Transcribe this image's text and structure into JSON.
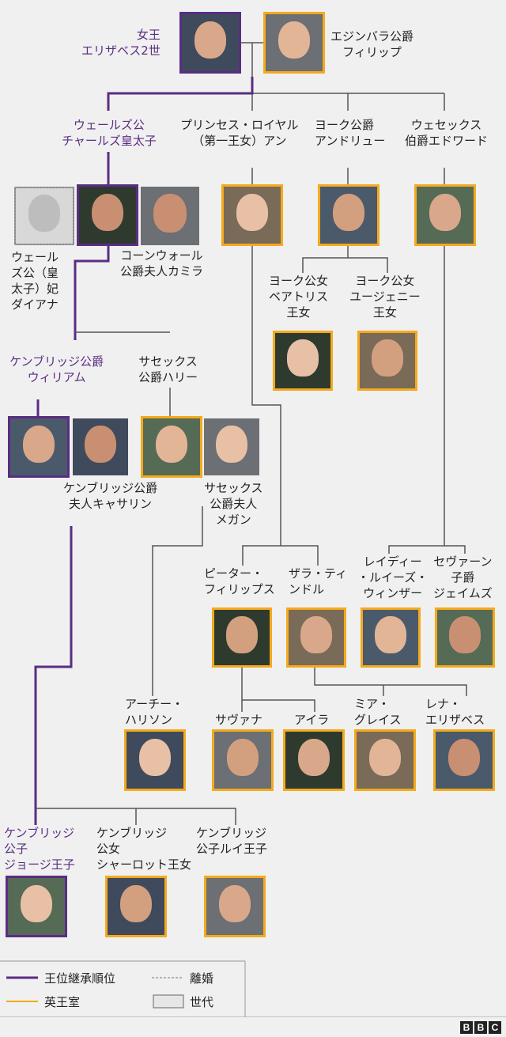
{
  "colors": {
    "succession": "#5a2d82",
    "royal": "#f4aa1c",
    "line": "#555555",
    "divorce": "#9a9a9a"
  },
  "people": {
    "elizabeth": {
      "label": "女王\nエリザベス2世",
      "border": "succession"
    },
    "philip": {
      "label": "エジンバラ公爵\nフィリップ",
      "border": "royal"
    },
    "charles": {
      "label": "ウェールズ公\nチャールズ皇太子",
      "border": "succession"
    },
    "anne": {
      "label": "プリンセス・ロイヤル\n（第一王女）アン",
      "border": "royal"
    },
    "andrew": {
      "label": "ヨーク公爵\nアンドリュー",
      "border": "royal"
    },
    "edward": {
      "label": "ウェセックス\n伯爵エドワード",
      "border": "royal"
    },
    "diana": {
      "label": "ウェール\nズ公（皇\n太子）妃\nダイアナ",
      "border": "divorce"
    },
    "camilla": {
      "label": "コーンウォール\n公爵夫人カミラ",
      "border": "none"
    },
    "beatrice": {
      "label": "ヨーク公女\nベアトリス\n王女",
      "border": "royal"
    },
    "eugenie": {
      "label": "ヨーク公女\nユージェニー\n王女",
      "border": "royal"
    },
    "william": {
      "label": "ケンブリッジ公爵\nウィリアム",
      "border": "succession"
    },
    "harry": {
      "label": "サセックス\n公爵ハリー",
      "border": "royal"
    },
    "catherine": {
      "label": "ケンブリッジ公爵\n夫人キャサリン",
      "border": "none"
    },
    "meghan": {
      "label": "サセックス\n公爵夫人\nメガン",
      "border": "none"
    },
    "peter": {
      "label": "ピーター・\nフィリップス",
      "border": "royal"
    },
    "zara": {
      "label": "ザラ・ティ\nンドル",
      "border": "royal"
    },
    "louise": {
      "label": "レイディー\n・ルイーズ・\nウィンザー",
      "border": "royal"
    },
    "james": {
      "label": "セヴァーン\n子爵\nジェイムズ",
      "border": "royal"
    },
    "archie": {
      "label": "アーチー・\nハリソン",
      "border": "royal"
    },
    "savannah": {
      "label": "サヴァナ",
      "border": "royal"
    },
    "isla": {
      "label": "アイラ",
      "border": "royal"
    },
    "mia": {
      "label": "ミア・\nグレイス",
      "border": "royal"
    },
    "lena": {
      "label": "レナ・\nエリザベス",
      "border": "royal"
    },
    "george": {
      "label": "ケンブリッジ\n公子\nジョージ王子",
      "border": "succession"
    },
    "charlotte": {
      "label": "ケンブリッジ\n公女\nシャーロット王女",
      "border": "royal"
    },
    "louis": {
      "label": "ケンブリッジ\n公子ルイ王子",
      "border": "royal"
    }
  },
  "legend": {
    "succession": "王位継承順位",
    "royal": "英王室",
    "divorce": "離婚",
    "generation": "世代"
  },
  "brand": [
    "B",
    "B",
    "C"
  ]
}
